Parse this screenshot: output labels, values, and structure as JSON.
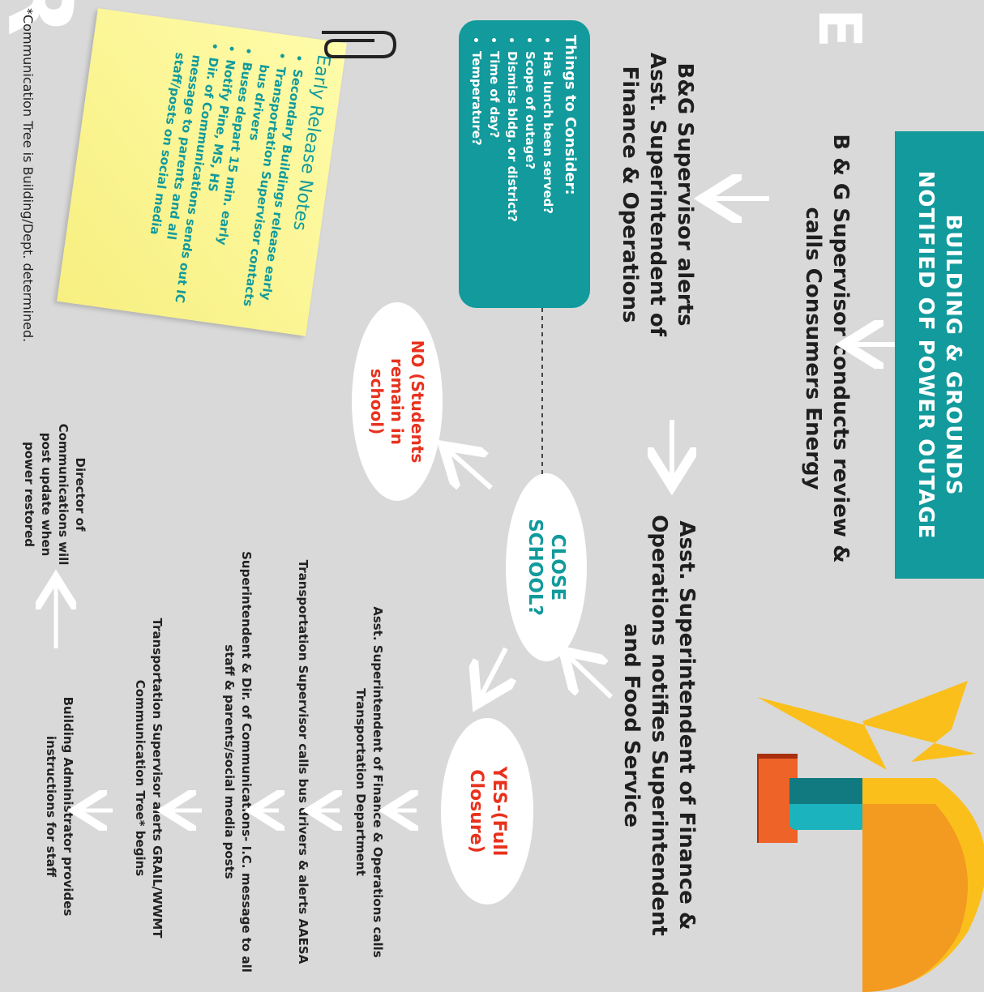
{
  "header": {
    "big_letters": "R",
    "big_letters_2": "E",
    "banner_line1": "BUILDING & GROUNDS",
    "banner_line2": "NOTIFIED OF POWER OUTAGE"
  },
  "steps": {
    "review": "B & G Supervisor conducts review & calls Consumers Energy",
    "bg_alerts": "B&G Supervisor alerts Asst. Superintendent of Finance & Operations",
    "asst_notifies": "Asst. Superintendent of Finance & Operations notifies Superintendent and Food Service"
  },
  "consider": {
    "title": "Things to Consider:",
    "items": [
      "Has lunch been served?",
      "Scope of outage?",
      "Dismiss bldg. or district?",
      "Time of day?",
      "Temperature?"
    ]
  },
  "decision": {
    "question": "CLOSE SCHOOL?",
    "no": "NO (Students remain in school)",
    "yes": "YES-(Full Closure)"
  },
  "closure_steps": [
    "Asst. Superintendent of Finance & Operations calls Transportation Department",
    "Transportation Supervisor calls bus drivers & alerts AAESA",
    "Superintendent & Dir. of Communications- I.C. message to all staff & parents/social media posts",
    "Transportation Supervisor alerts GRAIL/WWMT Communication Tree* begins",
    "Building Administrator provides instructions for staff",
    "Director of Communications will post update when power restored"
  ],
  "early_release": {
    "title": "Early Release Notes",
    "items": [
      "Secondary Buildings release early",
      "Transportation Supervisor contacts bus drivers",
      "Buses depart 15 min. early",
      "Notify Pine, MS, HS",
      "Dir. of Communications sends out IC message to parents and all staff/posts on social media"
    ]
  },
  "footnote": "*Communication Tree is Building/Dept. determined.",
  "colors": {
    "teal": "#129a9c",
    "red": "#e8321e",
    "bulb_yellow": "#fbbf1c",
    "bulb_orange": "#f39a21",
    "background": "#d9d9d9"
  },
  "icons": [
    "lightbulb-icon",
    "lightning-bolt-icon",
    "paperclip-icon"
  ]
}
